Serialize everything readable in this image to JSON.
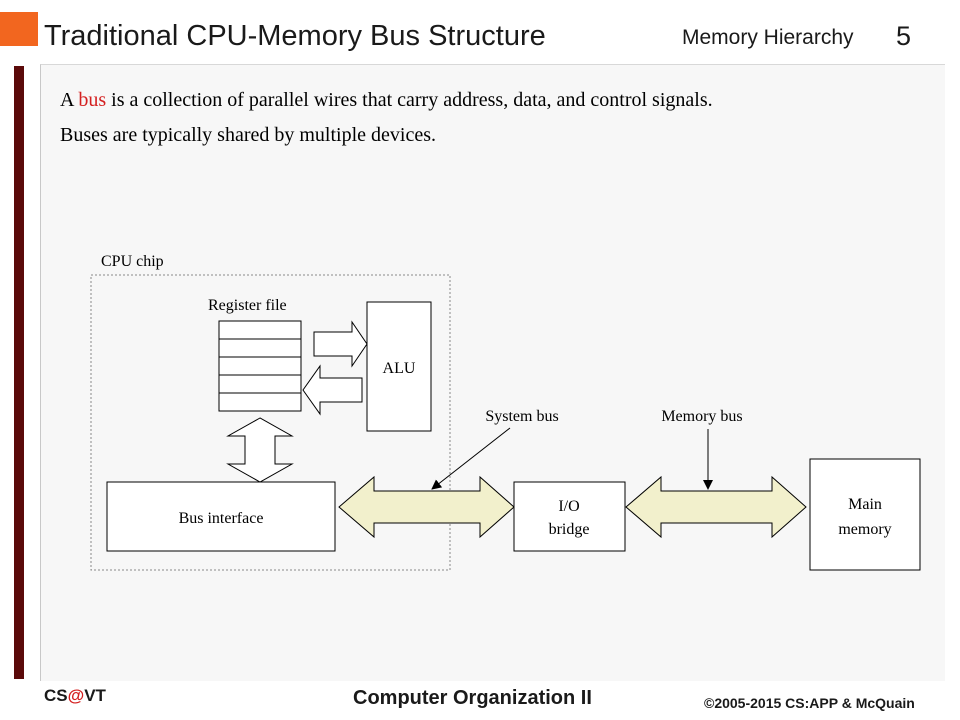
{
  "header": {
    "title": "Traditional CPU-Memory Bus Structure",
    "section": "Memory Hierarchy",
    "slide_number": "5",
    "accent_color": "#f2661f",
    "left_bar_color": "#5b0a0a"
  },
  "body": {
    "para1_prefix": "A ",
    "para1_highlight": "bus",
    "para1_suffix": " is a collection of parallel wires that carry address, data, and control signals.",
    "para2": "Buses are typically shared by multiple devices.",
    "highlight_color": "#d42020"
  },
  "diagram": {
    "cpu_chip_label": "CPU chip",
    "register_file_label": "Register  file",
    "register_rows": 5,
    "alu_label": "ALU",
    "bus_interface_label": "Bus interface",
    "system_bus_label": "System bus",
    "memory_bus_label": "Memory bus",
    "io_bridge_label": [
      "I/O",
      "bridge"
    ],
    "main_memory_label": [
      "Main",
      "memory"
    ],
    "bus_fill_color": "#f2f0cc"
  },
  "footer": {
    "org_prefix": "CS",
    "org_at": "@",
    "org_suffix": "VT",
    "course": "Computer Organization II",
    "copyright": "©2005-2015 CS:APP & McQuain"
  }
}
